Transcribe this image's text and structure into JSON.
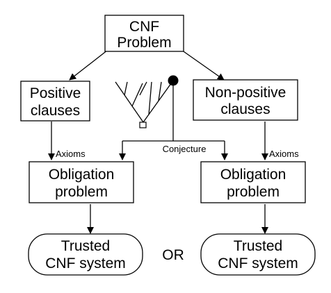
{
  "nodes": {
    "cnf_problem": [
      "CNF",
      "Problem"
    ],
    "positive_clauses": [
      "Positive",
      "clauses"
    ],
    "non_positive_clauses": [
      "Non-positive",
      "clauses"
    ],
    "obligation_left": [
      "Obligation",
      "problem"
    ],
    "obligation_right": [
      "Obligation",
      "problem"
    ],
    "trusted_left": [
      "Trusted",
      "CNF system"
    ],
    "trusted_right": [
      "Trusted",
      "CNF system"
    ]
  },
  "edge_labels": {
    "axioms_left": "Axioms",
    "axioms_right": "Axioms",
    "conjecture": "Conjecture"
  },
  "separator": "OR"
}
